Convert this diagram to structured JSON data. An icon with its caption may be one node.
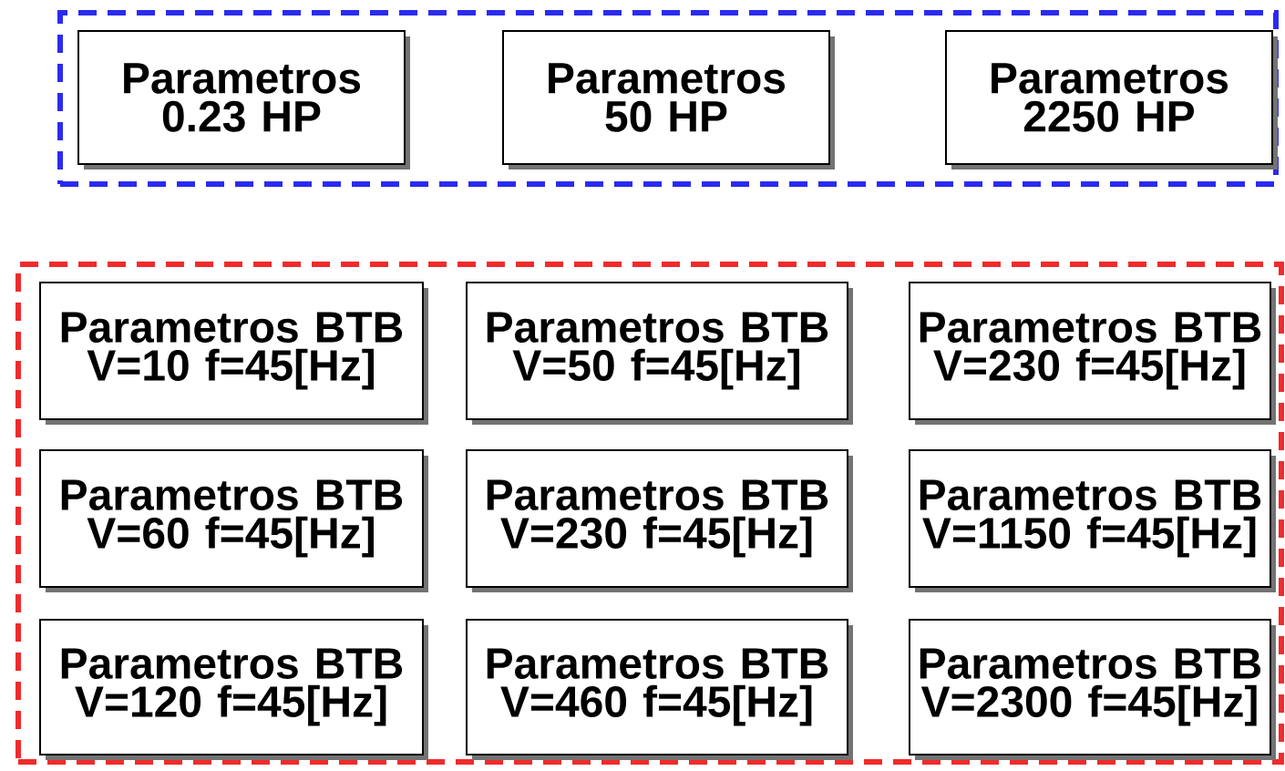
{
  "diagram": {
    "nodes": [
      {
        "text": [],
        "shape": "box"
      },
      {
        "text": [
          "Parametros 0.23 HP"
        ],
        "in": 0
      },
      {
        "text": [
          "Parametros 50 HP"
        ],
        "in": 0
      },
      {
        "text": [
          "Parametros 2250 HP"
        ],
        "in": 0
      },
      {
        "text": [],
        "shape": "box"
      },
      {
        "text": [
          "Parametros BTB V=10 f=45[Hz]"
        ],
        "in": 4
      },
      {
        "text": [
          "Parametros BTB V=50 f=45[Hz]"
        ],
        "in": 4
      },
      {
        "text": [
          "Parametros BTB V=230 f=45[Hz]"
        ],
        "in": 4
      },
      {
        "text": [
          "Parametros BTB V=60 f=45[Hz]"
        ],
        "in": 4
      },
      {
        "text": [
          "Parametros BTB V=230 f=45[Hz]"
        ],
        "in": 4
      },
      {
        "text": [
          "Parametros BTB V=1150 f=45[Hz]"
        ],
        "in": 4
      },
      {
        "text": [
          "Parametros BTB V=120 f=45[Hz]"
        ],
        "in": 4
      },
      {
        "text": [
          "Parametros BTB V=460 f=45[Hz]"
        ],
        "in": 4
      },
      {
        "text": [
          "Parametros BTB V=2300 f=45[Hz]"
        ],
        "in": 4
      }
    ]
  }
}
